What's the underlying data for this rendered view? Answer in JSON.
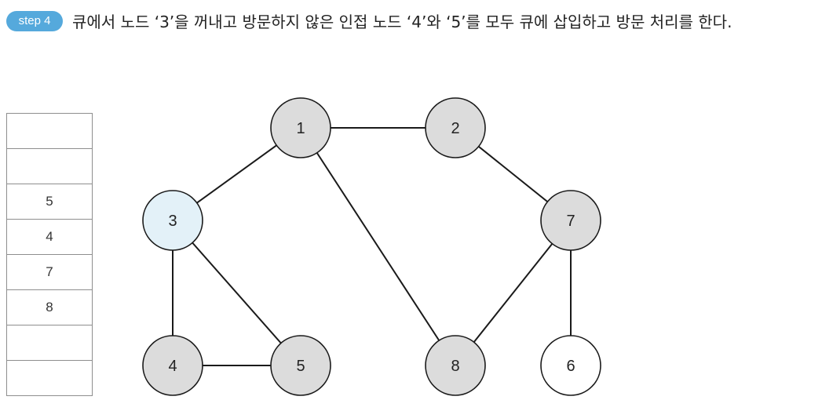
{
  "step_badge": "step 4",
  "description": "큐에서 노드 ‘3’을 꺼내고 방문하지 않은 인접 노드 ‘4’와 ‘5’를 모두 큐에 삽입하고 방문 처리를 한다.",
  "queue": [
    "",
    "",
    "5",
    "4",
    "7",
    "8",
    "",
    ""
  ],
  "colors": {
    "visited": "#dcdcdc",
    "current": "#e3f1f8",
    "unvisited": "#ffffff",
    "badge": "#55a9dc"
  },
  "graph": {
    "nodes": [
      {
        "id": "1",
        "state": "visited"
      },
      {
        "id": "2",
        "state": "visited"
      },
      {
        "id": "3",
        "state": "current"
      },
      {
        "id": "7",
        "state": "visited"
      },
      {
        "id": "4",
        "state": "visited"
      },
      {
        "id": "5",
        "state": "visited"
      },
      {
        "id": "8",
        "state": "visited"
      },
      {
        "id": "6",
        "state": "unvisited"
      }
    ],
    "edges": [
      [
        "1",
        "2"
      ],
      [
        "1",
        "3"
      ],
      [
        "1",
        "8"
      ],
      [
        "2",
        "7"
      ],
      [
        "3",
        "4"
      ],
      [
        "3",
        "5"
      ],
      [
        "4",
        "5"
      ],
      [
        "7",
        "8"
      ],
      [
        "7",
        "6"
      ]
    ]
  }
}
